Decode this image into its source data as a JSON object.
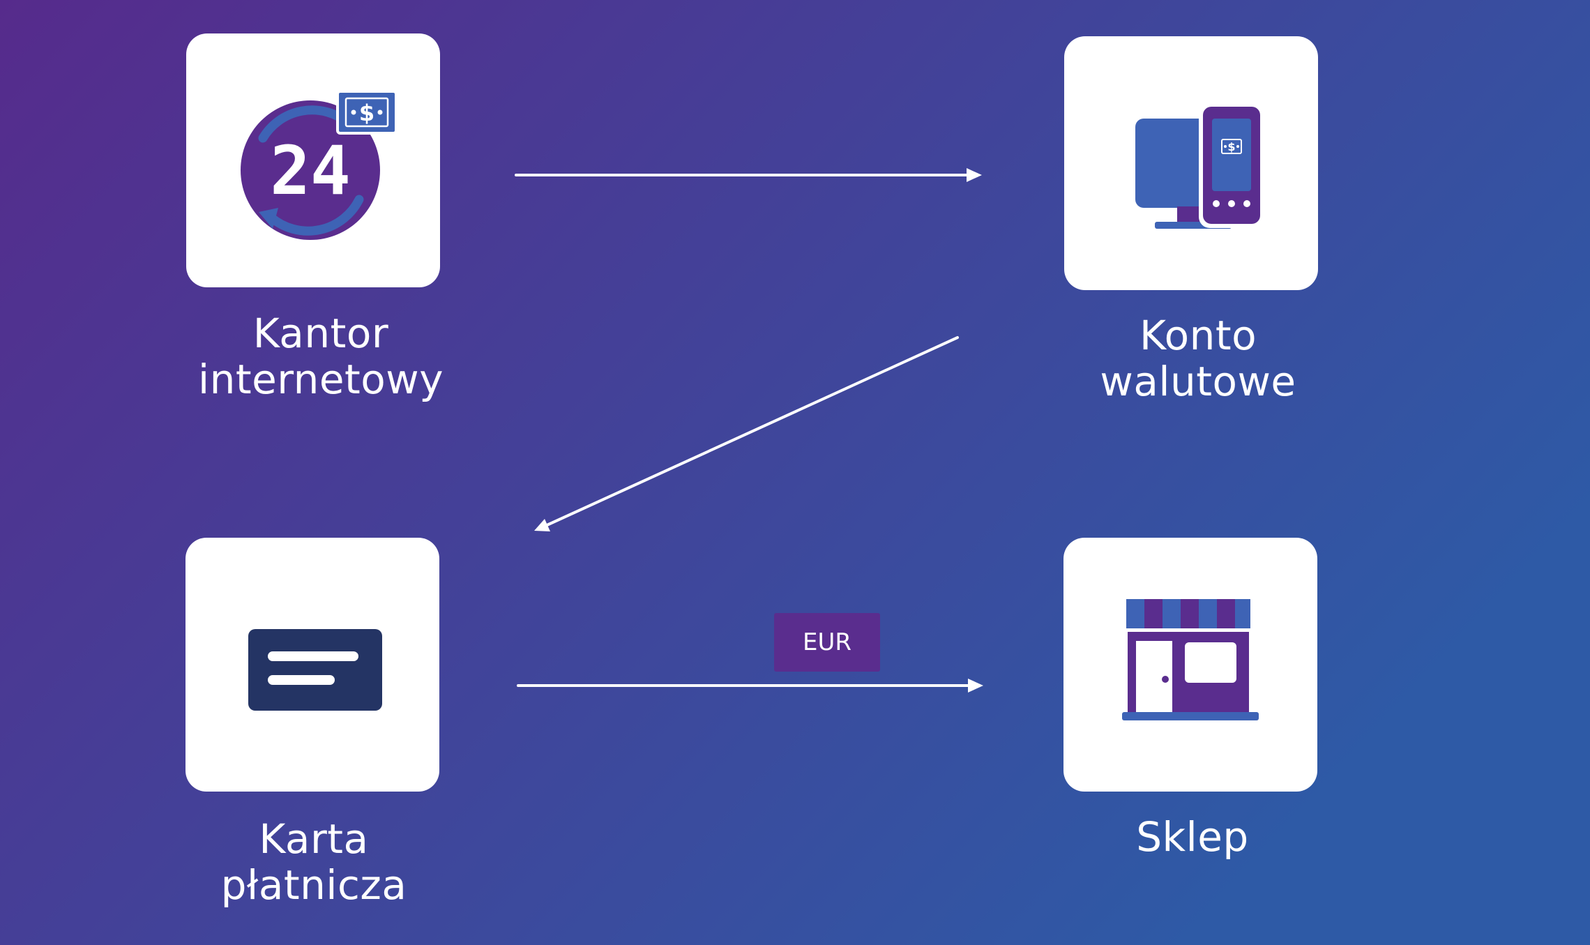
{
  "colors": {
    "gradient_start": "#562b8c",
    "gradient_end": "#2e5aa6",
    "tile_bg": "#ffffff",
    "icon_purple": "#5a2d8e",
    "icon_blue": "#3e63b5",
    "icon_navy": "#243464",
    "arrow": "#ffffff",
    "badge_bg": "#5a2d8e"
  },
  "nodes": [
    {
      "id": "kantor",
      "icon": "24h-exchange-icon",
      "label_lines": [
        "Kantor",
        "internetowy"
      ]
    },
    {
      "id": "konto",
      "icon": "computer-phone-icon",
      "label_lines": [
        "Konto",
        "walutowe"
      ]
    },
    {
      "id": "karta",
      "icon": "payment-card-icon",
      "label_lines": [
        "Karta",
        "płatnicza"
      ]
    },
    {
      "id": "sklep",
      "icon": "shop-icon",
      "label_lines": [
        "Sklep"
      ]
    }
  ],
  "edges": [
    {
      "from": "kantor",
      "to": "konto"
    },
    {
      "from": "konto",
      "to": "karta"
    },
    {
      "from": "karta",
      "to": "sklep",
      "label": "EUR"
    }
  ],
  "icons": {
    "kantor": {
      "number": "24",
      "currency_symbol": "$"
    },
    "konto": {
      "currency_symbol": "$"
    }
  }
}
